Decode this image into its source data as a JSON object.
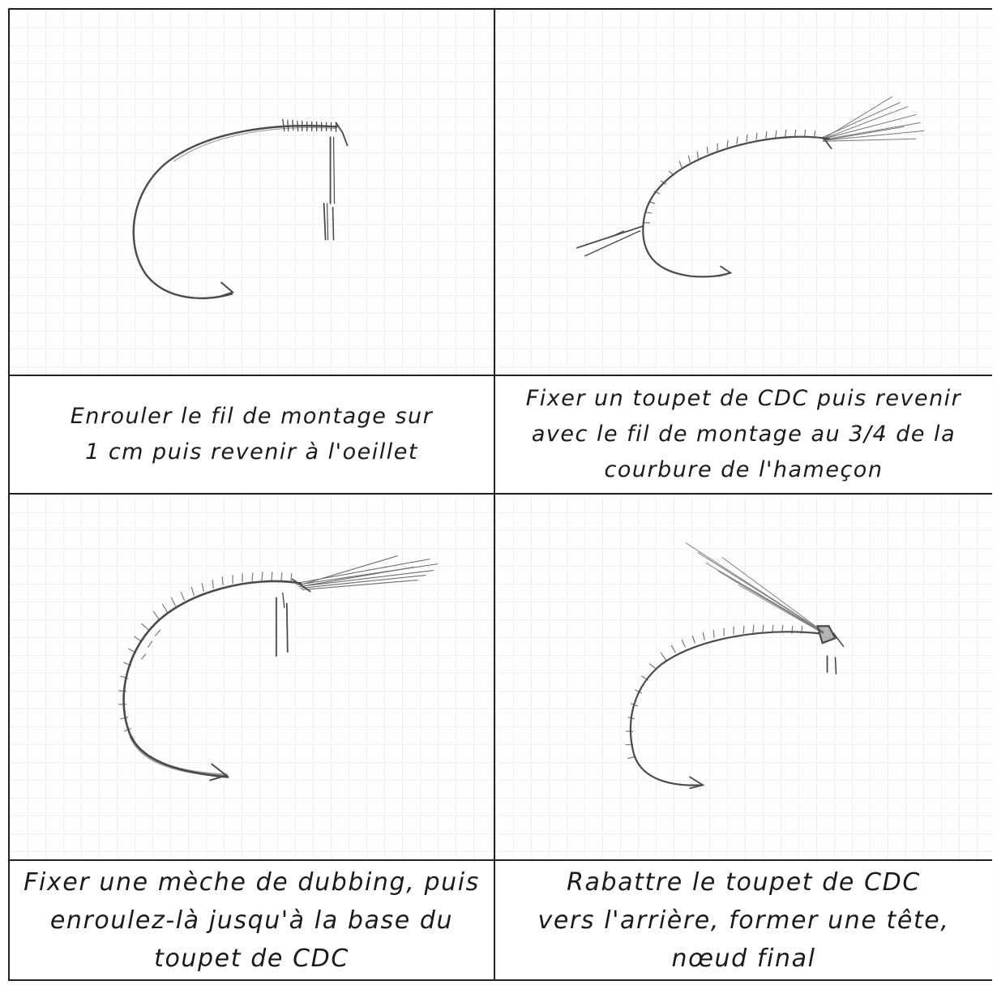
{
  "steps": [
    {
      "lines": [
        "Enrouler le fil de montage sur",
        "1 cm puis revenir à l'oeillet"
      ]
    },
    {
      "lines": [
        "Fixer un toupet de CDC puis revenir",
        "avec le fil de montage au 3/4 de la",
        "courbure de l'hameçon"
      ]
    },
    {
      "lines": [
        "Fixer une mèche de dubbing, puis",
        "enroulez-là jusqu'à la base du",
        "toupet de CDC"
      ]
    },
    {
      "lines": [
        "Rabattre le toupet de CDC",
        "vers l'arrière, former une tête,",
        "nœud final"
      ]
    }
  ],
  "colors": {
    "pencil": "#4a4a4a",
    "border": "#222222"
  },
  "icons": [
    "hook-sketch-step-1",
    "hook-sketch-step-2",
    "hook-sketch-step-3",
    "hook-sketch-step-4"
  ]
}
